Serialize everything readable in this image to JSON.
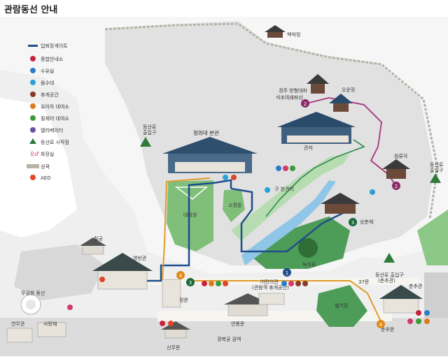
{
  "title": "관람동선 안내",
  "legend": [
    {
      "label": "입퇴장게이트",
      "icon": "gate-line-icon",
      "color": "#1f4e8c"
    },
    {
      "label": "종합안내소",
      "icon": "info-icon",
      "color": "#c8233c"
    },
    {
      "label": "수유실",
      "icon": "nursing-room-icon",
      "color": "#2a7cc7"
    },
    {
      "label": "음수대",
      "icon": "water-fountain-icon",
      "color": "#2aa0d8"
    },
    {
      "label": "휴게공간",
      "icon": "rest-area-icon",
      "color": "#8a3b2a"
    },
    {
      "label": "유아차 대여소",
      "icon": "stroller-icon",
      "color": "#e07a1f"
    },
    {
      "label": "휠체어 대여소",
      "icon": "wheelchair-icon",
      "color": "#3a9a3a"
    },
    {
      "label": "엘리베이터",
      "icon": "elevator-icon",
      "color": "#6b4fa0"
    },
    {
      "label": "등산로 시작점",
      "icon": "trailhead-icon",
      "color": "#2f7a3a"
    },
    {
      "label": "화장실",
      "icon": "restroom-icon",
      "color": "#d23a6a"
    },
    {
      "label": "성곽",
      "icon": "fortress-wall-icon",
      "color": "#b8b2a8"
    },
    {
      "label": "AED",
      "icon": "aed-icon",
      "color": "#e0452a"
    }
  ],
  "places": {
    "baegakjeong": "백악정",
    "gyeongju_bangsang": "경주 방형대좌",
    "seokjo_yeoraejwasang": "석조여래좌상",
    "owunjeong": "오운정",
    "gwanjeo": "관저",
    "chimnyugak": "침류각",
    "cheongwadae_bongwan": "청와대 본관",
    "hiking_entrance_left_1": "등산로",
    "hiking_entrance_left_2": "출입구",
    "hiking_entrance_right_1": "등산로",
    "hiking_entrance_right_2": "출입구",
    "gu_bongwanteo": "구 본관터",
    "sochunwon": "소정원",
    "daejeongwon": "대정원",
    "sangchunjae": "상춘재",
    "nokjiwon": "녹지원",
    "yeongbingwan": "영빈관",
    "chilgung": "칠궁",
    "mugunghwa_dongsan": "무궁화 동산",
    "yeonmungwan": "연무관",
    "sarangchae": "사랑채",
    "jeongmun": "정문",
    "sinmumun": "신무문",
    "yeonpungmun": "연풍문",
    "eojingwan_1": "어린이관",
    "eojingwan_2": "(관람객 휴게공간)",
    "gate_37": "37문",
    "hiking_entrance_bottom_1": "등산로 출입구",
    "hiking_entrance_bottom_2": "(춘추관)",
    "chunchugwan": "춘추관",
    "chunchumun": "춘추문",
    "hyeolgijang": "헬기장",
    "gyeongbokgung": "경복궁 권역"
  },
  "route_markers": [
    {
      "number": "1",
      "color": "#1f4e8c"
    },
    {
      "number": "2",
      "color": "#8a2a6a"
    },
    {
      "number": "2",
      "color": "#8a2a6a"
    },
    {
      "number": "3",
      "color": "#1a6a3a"
    },
    {
      "number": "3",
      "color": "#1a6a3a"
    },
    {
      "number": "4",
      "color": "#e08a1a"
    },
    {
      "number": "4",
      "color": "#e08a1a"
    }
  ],
  "colors": {
    "mountain": "#e3e3e3",
    "green": "#7fbf7a",
    "dark_green": "#4d9d58",
    "water": "#8fc6e8",
    "road": "#f4f2ee",
    "route_blue": "#1f4e8c",
    "route_orange": "#e09a2a",
    "route_purple": "#a3357a",
    "route_green": "#2a8a4a"
  }
}
